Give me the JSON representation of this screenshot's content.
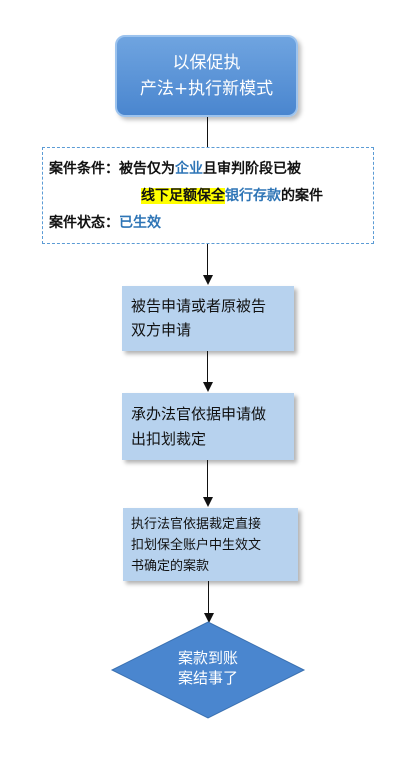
{
  "title": {
    "line1": "以保促执",
    "line2": "产法+执行新模式"
  },
  "conditions": {
    "label1": "案件条件：",
    "text_a": "被告仅为",
    "text_b": "企业",
    "text_c": "且审判阶段已被",
    "text_d": "线下足额保全",
    "text_e": "银行存款",
    "text_f": "的案件",
    "label2": "案件状态：",
    "status": "已生效"
  },
  "steps": [
    {
      "line1": "被告申请或者原被告",
      "line2": "双方申请"
    },
    {
      "line1": "承办法官依据申请做",
      "line2": "出扣划裁定"
    },
    {
      "line1": "执行法官依据裁定直接",
      "line2": "扣划保全账户中生效文",
      "line3": "书确定的案款"
    }
  ],
  "end": {
    "line1": "案款到账",
    "line2": "案结事了"
  },
  "colors": {
    "title_fill": "#5b93d6",
    "step_fill": "#b7d2ee",
    "diamond_fill": "#4a86cf",
    "border_dashed": "#5b9bd5",
    "highlight": "#ffff00",
    "blue_text": "#2e75b6"
  }
}
